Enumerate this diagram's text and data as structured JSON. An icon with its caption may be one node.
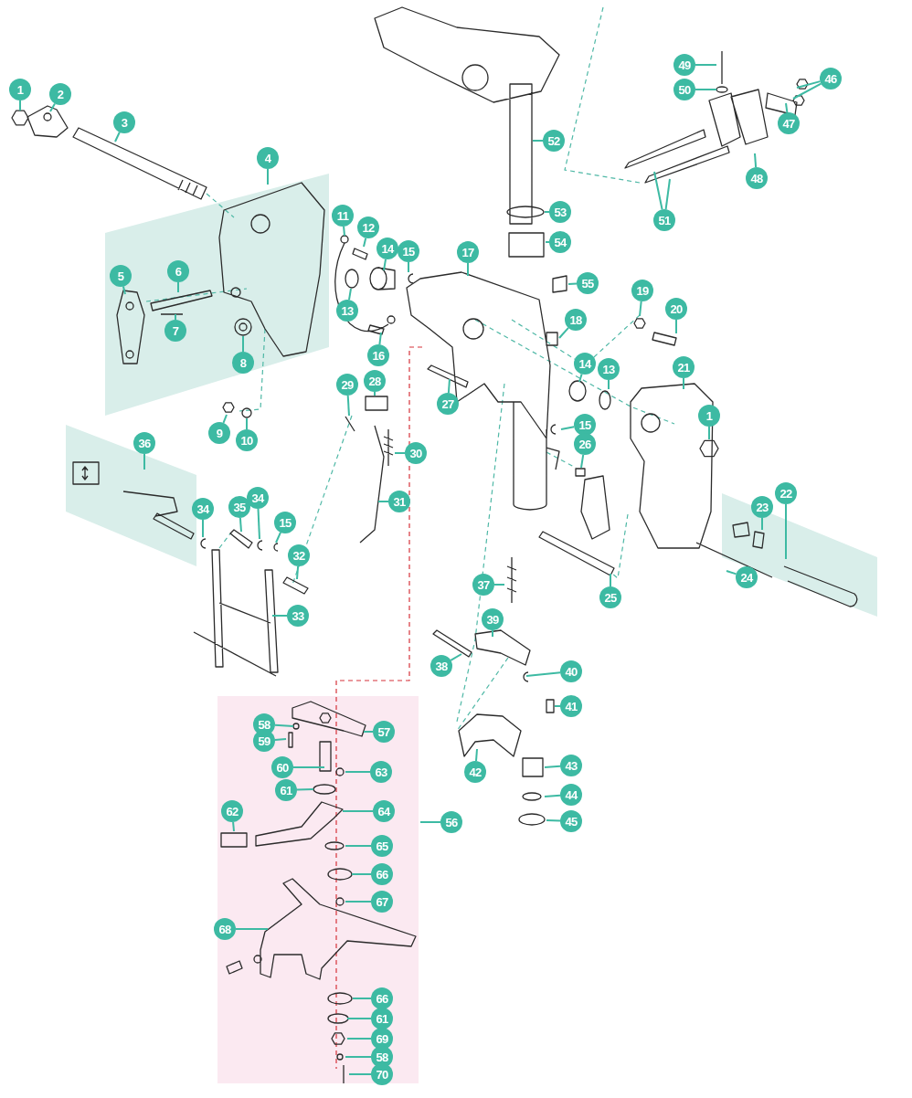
{
  "diagram": {
    "nodes": [
      {
        "text": [
          "1"
        ]
      },
      {
        "text": [
          "2"
        ]
      },
      {
        "text": [
          "3"
        ]
      },
      {
        "text": [
          "4"
        ]
      },
      {
        "text": [
          "5"
        ]
      },
      {
        "text": [
          "6"
        ]
      },
      {
        "text": [
          "7"
        ]
      },
      {
        "text": [
          "8"
        ]
      },
      {
        "text": [
          "9"
        ]
      },
      {
        "text": [
          "10"
        ]
      },
      {
        "text": [
          "11"
        ]
      },
      {
        "text": [
          "12"
        ]
      },
      {
        "text": [
          "13"
        ]
      },
      {
        "text": [
          "14"
        ]
      },
      {
        "text": [
          "15"
        ]
      },
      {
        "text": [
          "16"
        ]
      },
      {
        "text": [
          "17"
        ]
      },
      {
        "text": [
          "18"
        ]
      },
      {
        "text": [
          "19"
        ]
      },
      {
        "text": [
          "20"
        ]
      },
      {
        "text": [
          "14"
        ]
      },
      {
        "text": [
          "13"
        ]
      },
      {
        "text": [
          "21"
        ]
      },
      {
        "text": [
          "1"
        ]
      },
      {
        "text": [
          "15"
        ]
      },
      {
        "text": [
          "26"
        ]
      },
      {
        "text": [
          "22"
        ]
      },
      {
        "text": [
          "23"
        ]
      },
      {
        "text": [
          "24"
        ]
      },
      {
        "text": [
          "25"
        ]
      },
      {
        "text": [
          "27"
        ]
      },
      {
        "text": [
          "28"
        ]
      },
      {
        "text": [
          "29"
        ]
      },
      {
        "text": [
          "30"
        ]
      },
      {
        "text": [
          "31"
        ]
      },
      {
        "text": [
          "36"
        ]
      },
      {
        "text": [
          "34"
        ]
      },
      {
        "text": [
          "35"
        ]
      },
      {
        "text": [
          "34"
        ]
      },
      {
        "text": [
          "15"
        ]
      },
      {
        "text": [
          "32"
        ]
      },
      {
        "text": [
          "33"
        ]
      },
      {
        "text": [
          "37"
        ]
      },
      {
        "text": [
          "39"
        ]
      },
      {
        "text": [
          "38"
        ]
      },
      {
        "text": [
          "40"
        ]
      },
      {
        "text": [
          "41"
        ]
      },
      {
        "text": [
          "42"
        ]
      },
      {
        "text": [
          "43"
        ]
      },
      {
        "text": [
          "44"
        ]
      },
      {
        "text": [
          "45"
        ]
      },
      {
        "text": [
          "46"
        ]
      },
      {
        "text": [
          "47"
        ]
      },
      {
        "text": [
          "48"
        ]
      },
      {
        "text": [
          "49"
        ]
      },
      {
        "text": [
          "50"
        ]
      },
      {
        "text": [
          "51"
        ]
      },
      {
        "text": [
          "52"
        ]
      },
      {
        "text": [
          "53"
        ]
      },
      {
        "text": [
          "54"
        ]
      },
      {
        "text": [
          "55"
        ]
      },
      {
        "text": [
          "56"
        ]
      },
      {
        "text": [
          "57"
        ]
      },
      {
        "text": [
          "58"
        ]
      },
      {
        "text": [
          "59"
        ]
      },
      {
        "text": [
          "60"
        ]
      },
      {
        "text": [
          "61"
        ]
      },
      {
        "text": [
          "62"
        ]
      },
      {
        "text": [
          "63"
        ]
      },
      {
        "text": [
          "64"
        ]
      },
      {
        "text": [
          "65"
        ]
      },
      {
        "text": [
          "66"
        ]
      },
      {
        "text": [
          "67"
        ]
      },
      {
        "text": [
          "68"
        ]
      },
      {
        "text": [
          "66"
        ]
      },
      {
        "text": [
          "61"
        ]
      },
      {
        "text": [
          "69"
        ]
      },
      {
        "text": [
          "58"
        ]
      },
      {
        "text": [
          "70"
        ]
      }
    ],
    "edges": [
      {
        "from": 0,
        "to": null,
        "arrow": "none"
      },
      {
        "from": 1,
        "to": null,
        "arrow": "none"
      },
      {
        "from": 2,
        "to": null,
        "arrow": "none"
      },
      {
        "from": 3,
        "to": null,
        "arrow": "none"
      },
      {
        "from": 4,
        "to": null,
        "arrow": "none"
      },
      {
        "from": 5,
        "to": null,
        "arrow": "none"
      },
      {
        "from": 6,
        "to": null,
        "arrow": "none"
      },
      {
        "from": 7,
        "to": null,
        "arrow": "none"
      },
      {
        "from": 8,
        "to": null,
        "arrow": "none"
      },
      {
        "from": 9,
        "to": null,
        "arrow": "none"
      },
      {
        "from": 10,
        "to": null,
        "arrow": "none"
      },
      {
        "from": 11,
        "to": null,
        "arrow": "none"
      },
      {
        "from": 12,
        "to": null,
        "arrow": "none"
      },
      {
        "from": 13,
        "to": null,
        "arrow": "none"
      },
      {
        "from": 14,
        "to": null,
        "arrow": "none"
      },
      {
        "from": 15,
        "to": null,
        "arrow": "none"
      },
      {
        "from": 16,
        "to": null,
        "arrow": "none"
      },
      {
        "from": 17,
        "to": null,
        "arrow": "none"
      },
      {
        "from": 18,
        "to": null,
        "arrow": "none"
      },
      {
        "from": 19,
        "to": null,
        "arrow": "none"
      },
      {
        "from": 20,
        "to": null,
        "arrow": "none"
      },
      {
        "from": 21,
        "to": null,
        "arrow": "none"
      },
      {
        "from": 22,
        "to": null,
        "arrow": "none"
      },
      {
        "from": 23,
        "to": null,
        "arrow": "none"
      },
      {
        "from": 24,
        "to": null,
        "arrow": "none"
      },
      {
        "from": 25,
        "to": null,
        "arrow": "none"
      },
      {
        "from": 26,
        "to": null,
        "arrow": "none"
      },
      {
        "from": 27,
        "to": null,
        "arrow": "none"
      },
      {
        "from": 28,
        "to": null,
        "arrow": "none"
      },
      {
        "from": 29,
        "to": null,
        "arrow": "none"
      },
      {
        "from": 30,
        "to": null,
        "arrow": "none"
      },
      {
        "from": 31,
        "to": null,
        "arrow": "none"
      },
      {
        "from": 32,
        "to": null,
        "arrow": "none"
      },
      {
        "from": 33,
        "to": null,
        "arrow": "none"
      },
      {
        "from": 34,
        "to": null,
        "arrow": "none"
      },
      {
        "from": 35,
        "to": null,
        "arrow": "none"
      },
      {
        "from": 36,
        "to": null,
        "arrow": "none"
      },
      {
        "from": 37,
        "to": null,
        "arrow": "none"
      },
      {
        "from": 38,
        "to": null,
        "arrow": "none"
      },
      {
        "from": 39,
        "to": null,
        "arrow": "none"
      },
      {
        "from": 40,
        "to": null,
        "arrow": "none"
      },
      {
        "from": 41,
        "to": null,
        "arrow": "none"
      },
      {
        "from": 42,
        "to": null,
        "arrow": "none"
      },
      {
        "from": 43,
        "to": null,
        "arrow": "none"
      },
      {
        "from": 44,
        "to": null,
        "arrow": "none"
      },
      {
        "from": 45,
        "to": null,
        "arrow": "none"
      },
      {
        "from": 46,
        "to": null,
        "arrow": "none"
      },
      {
        "from": 47,
        "to": null,
        "arrow": "none"
      },
      {
        "from": 48,
        "to": null,
        "arrow": "none"
      },
      {
        "from": 49,
        "to": null,
        "arrow": "none"
      },
      {
        "from": 50,
        "to": null,
        "arrow": "none"
      },
      {
        "from": 51,
        "to": null,
        "arrow": "none"
      },
      {
        "from": 52,
        "to": null,
        "arrow": "none"
      },
      {
        "from": 53,
        "to": null,
        "arrow": "none"
      },
      {
        "from": 54,
        "to": null,
        "arrow": "none"
      },
      {
        "from": 55,
        "to": null,
        "arrow": "none"
      },
      {
        "from": 56,
        "to": null,
        "arrow": "none"
      },
      {
        "from": 57,
        "to": null,
        "arrow": "none"
      },
      {
        "from": 58,
        "to": null,
        "arrow": "none"
      },
      {
        "from": 59,
        "to": null,
        "arrow": "none"
      },
      {
        "from": 60,
        "to": null,
        "arrow": "none"
      },
      {
        "from": 61,
        "to": null,
        "arrow": "none"
      },
      {
        "from": 62,
        "to": null,
        "arrow": "none"
      },
      {
        "from": 63,
        "to": null,
        "arrow": "none"
      },
      {
        "from": 64,
        "to": null,
        "arrow": "none"
      },
      {
        "from": 65,
        "to": null,
        "arrow": "none"
      },
      {
        "from": 66,
        "to": null,
        "arrow": "none"
      },
      {
        "from": 67,
        "to": null,
        "arrow": "none"
      },
      {
        "from": 68,
        "to": null,
        "arrow": "none"
      },
      {
        "from": 69,
        "to": null,
        "arrow": "none"
      },
      {
        "from": 70,
        "to": null,
        "arrow": "none"
      },
      {
        "from": 71,
        "to": null,
        "arrow": "none"
      },
      {
        "from": 72,
        "to": null,
        "arrow": "none"
      },
      {
        "from": 73,
        "to": null,
        "arrow": "none"
      },
      {
        "from": 74,
        "to": null,
        "arrow": "none"
      },
      {
        "from": 75,
        "to": null,
        "arrow": "none"
      },
      {
        "from": 76,
        "to": null,
        "arrow": "none"
      },
      {
        "from": 77,
        "to": null,
        "arrow": "none"
      },
      {
        "from": 78,
        "to": null,
        "arrow": "none"
      },
      {
        "from": 51,
        "to": null,
        "arrow": "none"
      },
      {
        "from": 56,
        "to": null,
        "arrow": "none"
      }
    ]
  }
}
